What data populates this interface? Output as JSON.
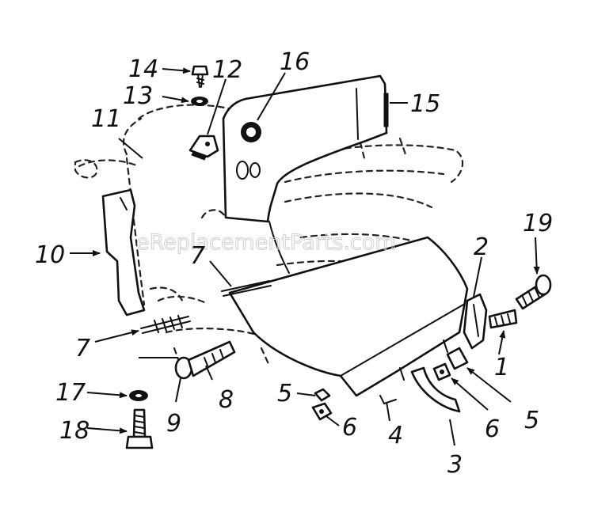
{
  "watermark": "eReplacementParts.com",
  "callouts": {
    "c1": "1",
    "c2": "2",
    "c3": "3",
    "c4": "4",
    "c5a": "5",
    "c5b": "5",
    "c6a": "6",
    "c6b": "6",
    "c7a": "7",
    "c7b": "7",
    "c8": "8",
    "c9": "9",
    "c10": "10",
    "c11": "11",
    "c12": "12",
    "c13": "13",
    "c14": "14",
    "c15": "15",
    "c16": "16",
    "c17": "17",
    "c18": "18",
    "c19": "19"
  }
}
